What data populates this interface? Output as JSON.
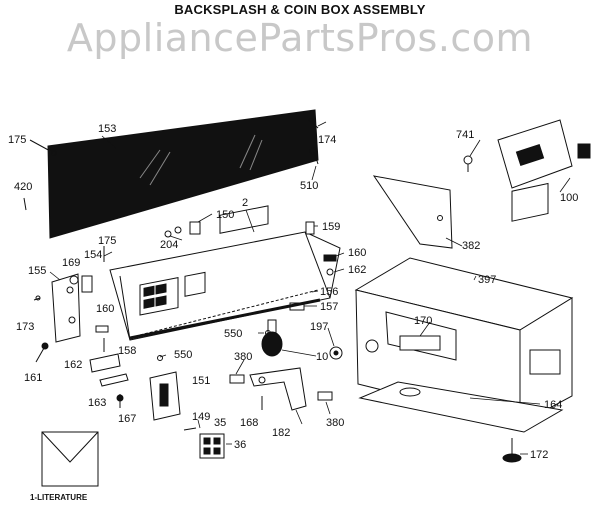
{
  "header": {
    "title": "BACKSPLASH & COIN BOX ASSEMBLY",
    "watermark": "AppliancePartsPros.com"
  },
  "parts": {
    "p2": "2",
    "p10": "10",
    "p35": "35",
    "p36": "36",
    "p100": "100",
    "p149": "149",
    "p150": "150",
    "p151": "151",
    "p153": "153",
    "p154": "154",
    "p155": "155",
    "p156": "156",
    "p157": "157",
    "p158": "158",
    "p159": "159",
    "p160a": "160",
    "p160b": "160",
    "p161": "161",
    "p162a": "162",
    "p162b": "162",
    "p163": "163",
    "p164": "164",
    "p167": "167",
    "p168": "168",
    "p169": "169",
    "p170": "170",
    "p172": "172",
    "p173": "173",
    "p174": "174",
    "p175a": "175",
    "p175b": "175",
    "p182": "182",
    "p197": "197",
    "p204": "204",
    "p380a": "380",
    "p380b": "380",
    "p382": "382",
    "p397": "397",
    "p420": "420",
    "p510": "510",
    "p550a": "550",
    "p550b": "550",
    "p741": "741"
  },
  "literature_label": "1-LITERATURE"
}
